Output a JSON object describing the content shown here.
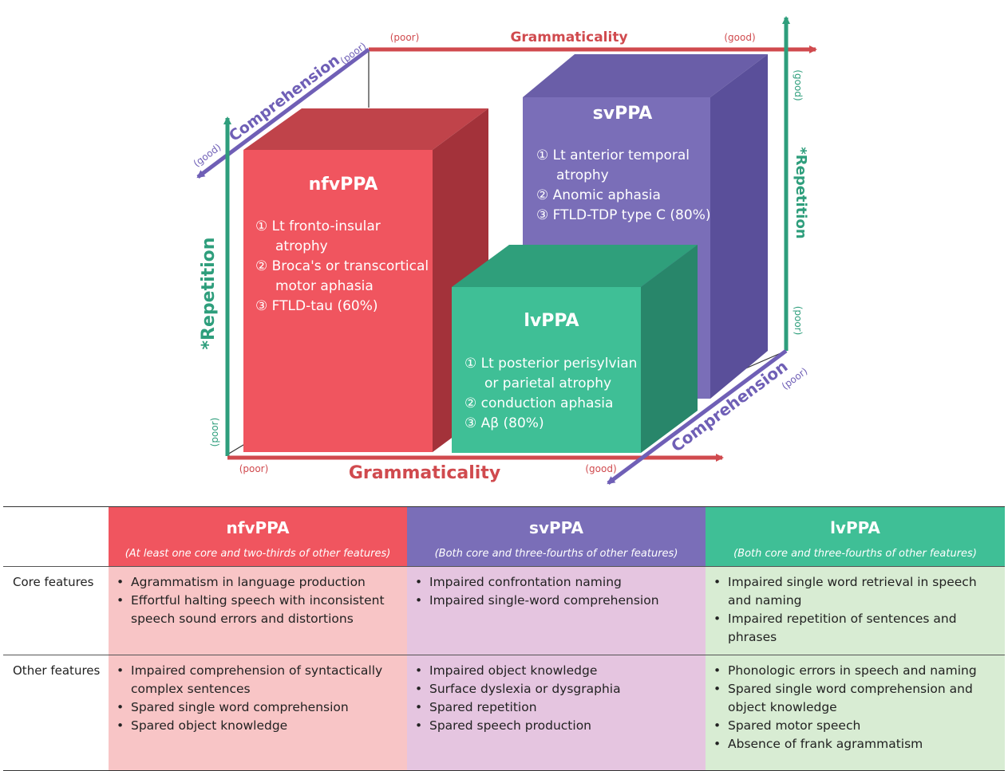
{
  "colors": {
    "nfvPPA": "#f0555f",
    "svPPA": "#7a6eb8",
    "lvPPA": "#3fbf96",
    "grammaticality_axis": "#d04a4e",
    "comprehension_axis": "#6f5fb6",
    "repetition_axis": "#2e9e7c"
  },
  "diagram": {
    "axes": {
      "grammaticality_label": "Grammaticality",
      "comprehension_label": "Comprehension",
      "repetition_label": "*Repetition",
      "poor": "(poor)",
      "good": "(good)"
    },
    "boxes": [
      {
        "id": "nfvPPA",
        "title": "nfvPPA",
        "lines": [
          "① Lt fronto-insular",
          "atrophy",
          "② Broca's or transcortical",
          "motor aphasia",
          "③ FTLD-tau (60%)"
        ]
      },
      {
        "id": "svPPA",
        "title": "svPPA",
        "lines": [
          "① Lt anterior temporal",
          "atrophy",
          "② Anomic aphasia",
          "③ FTLD-TDP type C (80%)"
        ]
      },
      {
        "id": "lvPPA",
        "title": "lvPPA",
        "lines": [
          "① Lt posterior perisylvian",
          "or parietal atrophy",
          "② conduction aphasia",
          "③ Aβ (80%)"
        ]
      }
    ]
  },
  "table": {
    "columns": [
      {
        "name": "nfvPPA",
        "subtitle": "(At least one core and two-thirds of other features)"
      },
      {
        "name": "svPPA",
        "subtitle": "(Both core and three-fourths of other features)"
      },
      {
        "name": "lvPPA",
        "subtitle": "(Both core and three-fourths of other features)"
      }
    ],
    "rows": [
      {
        "label": "Core features",
        "cells": [
          [
            "Agrammatism in language production",
            "Effortful halting speech with inconsistent speech sound errors and distortions"
          ],
          [
            "Impaired confrontation naming",
            "Impaired single-word comprehension"
          ],
          [
            "Impaired single word retrieval in speech and naming",
            "Impaired repetition of sentences and phrases"
          ]
        ]
      },
      {
        "label": "Other features",
        "cells": [
          [
            "Impaired comprehension of syntactically complex sentences",
            "Spared single word comprehension",
            "Spared object knowledge"
          ],
          [
            "Impaired object knowledge",
            "Surface dyslexia or dysgraphia",
            "Spared repetition",
            "Spared speech production"
          ],
          [
            "Phonologic errors in speech and naming",
            "Spared single word comprehension and object knowledge",
            "Spared motor speech",
            "Absence of frank agrammatism"
          ]
        ]
      }
    ]
  }
}
